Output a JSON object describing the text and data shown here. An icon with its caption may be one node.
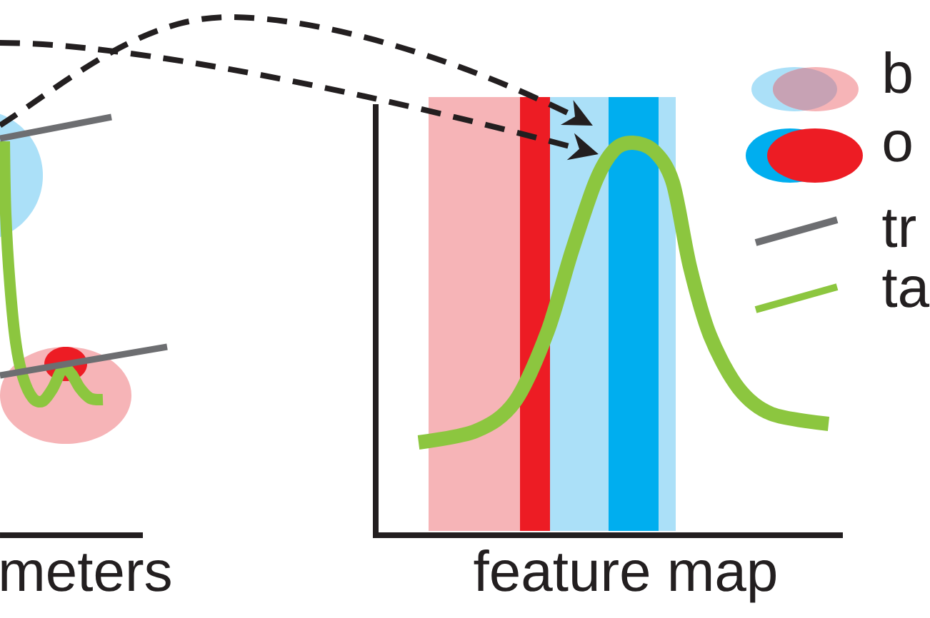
{
  "diagram": {
    "nodes": [
      {
        "text": [],
        "shape": "circle"
      },
      {
        "text": [],
        "shape": "curve"
      }
    ],
    "edges": [
      {
        "from": 0,
        "to": 1,
        "arrow": "to",
        "style": "dashed"
      },
      {
        "from": null,
        "to": 1,
        "arrow": "to",
        "style": "dashed"
      }
    ],
    "labels": [
      "meters",
      "feature map"
    ],
    "legend": [
      {
        "text": "b"
      },
      {
        "text": "o"
      },
      {
        "text": "tr"
      },
      {
        "text": "ta"
      }
    ]
  }
}
